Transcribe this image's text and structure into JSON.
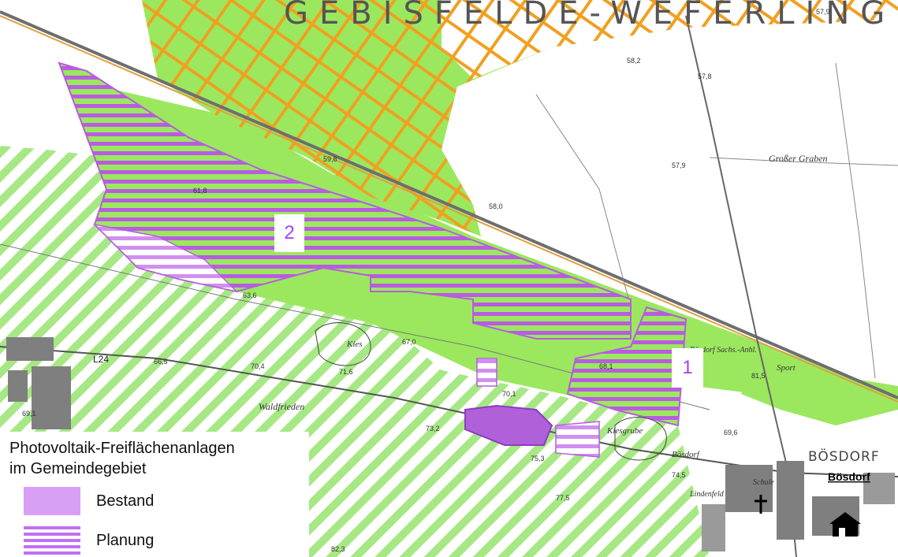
{
  "map": {
    "region_name": "GEBISFELDE-WEFERLINGEN",
    "place_name": "BÖSDORF",
    "place_name_bold": "Bösdorf",
    "road": "L24",
    "site_labels": [
      "2",
      "1"
    ],
    "text_labels": {
      "grosser_graben": "Großer Graben",
      "waldfrieden": "Waldfrieden",
      "kies": "Kies",
      "kiesgrube": "Kiesgrube",
      "boesdorf_sachs": "Bösdorf Sachs.-Anhl.",
      "boesdorf_small": "Bösdorf",
      "sport": "Sport",
      "schule": "Schule",
      "lindenfeld": "Lindenfeld"
    },
    "elevations": [
      "57,9",
      "58,2",
      "57,8",
      "59,8",
      "58,0",
      "57,9",
      "61,8",
      "63,6",
      "66,5",
      "70,4",
      "71,6",
      "67,0",
      "68,1",
      "70,1",
      "73,2",
      "75,3",
      "77,5",
      "69,6",
      "74,5",
      "81,5",
      "82,3",
      "69,1"
    ]
  },
  "legend": {
    "title_line1": "Photovoltaik-Freiflächenanlagen",
    "title_line2": "im Gemeindegebiet",
    "items": [
      {
        "label": "Bestand",
        "style": "solid"
      },
      {
        "label": "Planung",
        "style": "striped"
      }
    ]
  },
  "colors": {
    "green_area": "#9be85f",
    "green_hatch": "#a6e884",
    "orange_grid": "#f0a020",
    "purple": "#b85ce0",
    "purple_fill": "#d8a0f5",
    "site_label": "#a040ff",
    "settlement": "#7f7f7f"
  }
}
